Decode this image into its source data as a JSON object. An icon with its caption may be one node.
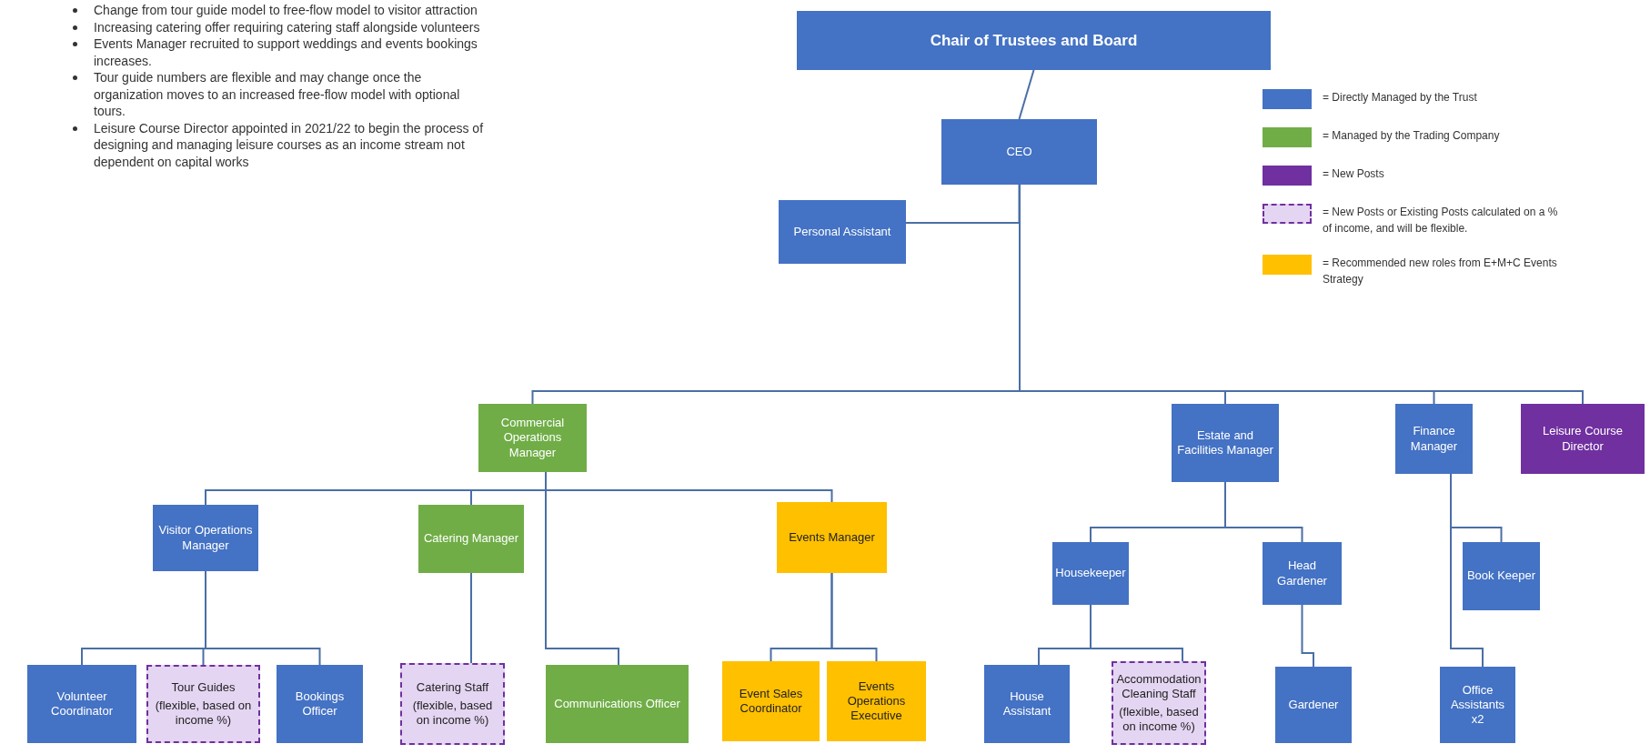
{
  "diagram": {
    "nodes": [
      {
        "text": [
          "Chair of Trustees and Board"
        ]
      },
      {
        "text": [
          "CEO"
        ]
      },
      {
        "text": [
          "Personal Assistant"
        ]
      },
      {
        "text": [
          "Commercial Operations Manager"
        ]
      },
      {
        "text": [
          "Estate and Facilities Manager"
        ]
      },
      {
        "text": [
          "Finance Manager"
        ]
      },
      {
        "text": [
          "Leisure Course Director"
        ]
      },
      {
        "text": [
          "Visitor Operations Manager"
        ]
      },
      {
        "text": [
          "Catering Manager"
        ]
      },
      {
        "text": [
          "Events Manager"
        ]
      },
      {
        "text": [
          "Housekeeper"
        ]
      },
      {
        "text": [
          "Head Gardener"
        ]
      },
      {
        "text": [
          "Book Keeper"
        ]
      },
      {
        "text": [
          "Volunteer Coordinator"
        ]
      },
      {
        "text": [
          "Tour Guides",
          "(flexible, based on income %)"
        ]
      },
      {
        "text": [
          "Bookings Officer"
        ]
      },
      {
        "text": [
          "Catering Staff",
          "(flexible, based on income %)"
        ]
      },
      {
        "text": [
          "Communications Officer"
        ]
      },
      {
        "text": [
          "Event Sales Coordinator"
        ]
      },
      {
        "text": [
          "Events Operations Executive"
        ]
      },
      {
        "text": [
          "House Assistant"
        ]
      },
      {
        "text": [
          "Accommodation Cleaning Staff",
          "(flexible, based on income %)"
        ]
      },
      {
        "text": [
          "Gardener"
        ]
      },
      {
        "text": [
          "Office Assistants x2"
        ]
      }
    ],
    "edges": [
      {
        "from": 0,
        "to": 1,
        "arrow": "none"
      },
      {
        "from": 1,
        "to": 2,
        "arrow": "none"
      },
      {
        "from": 1,
        "to": 3,
        "arrow": "none"
      },
      {
        "from": 1,
        "to": 4,
        "arrow": "none"
      },
      {
        "from": 1,
        "to": 5,
        "arrow": "none"
      },
      {
        "from": 1,
        "to": 6,
        "arrow": "none"
      },
      {
        "from": 3,
        "to": 7,
        "arrow": "none"
      },
      {
        "from": 3,
        "to": 8,
        "arrow": "none"
      },
      {
        "from": 3,
        "to": 9,
        "arrow": "none"
      },
      {
        "from": 3,
        "to": 17,
        "arrow": "none"
      },
      {
        "from": 7,
        "to": 13,
        "arrow": "none"
      },
      {
        "from": 7,
        "to": 14,
        "arrow": "none"
      },
      {
        "from": 7,
        "to": 15,
        "arrow": "none"
      },
      {
        "from": 8,
        "to": 16,
        "arrow": "none"
      },
      {
        "from": 9,
        "to": 18,
        "arrow": "none"
      },
      {
        "from": 9,
        "to": 19,
        "arrow": "none"
      },
      {
        "from": 4,
        "to": 10,
        "arrow": "none"
      },
      {
        "from": 4,
        "to": 11,
        "arrow": "none"
      },
      {
        "from": 5,
        "to": 12,
        "arrow": "none"
      },
      {
        "from": 5,
        "to": 23,
        "arrow": "none"
      },
      {
        "from": 10,
        "to": 20,
        "arrow": "none"
      },
      {
        "from": 10,
        "to": 21,
        "arrow": "none"
      },
      {
        "from": 11,
        "to": 22,
        "arrow": "none"
      }
    ],
    "labels": [
      "Change from tour guide model to free-flow model to visitor attraction",
      "Increasing catering offer requiring catering staff alongside volunteers",
      "Events Manager recruited to support weddings and events bookings increases.",
      "Tour guide numbers are flexible and may change once the organization moves to an increased free-flow model with optional tours.",
      "Leisure Course Director appointed in 2021/22 to begin the process of designing and managing leisure courses as an income stream not dependent on capital works"
    ],
    "legend": [
      {
        "text": "= Directly Managed by the Trust",
        "color": "#4472c4"
      },
      {
        "text": "= Managed by the Trading Company",
        "color": "#70ad47"
      },
      {
        "text": "= New Posts",
        "color": "#7030a0"
      },
      {
        "text": "= New Posts or Existing Posts calculated on a % of income, and will be flexible."
      },
      {
        "text": "= Recommended new roles from E+M+C Events Strategy",
        "color": "#ffc000"
      }
    ]
  }
}
